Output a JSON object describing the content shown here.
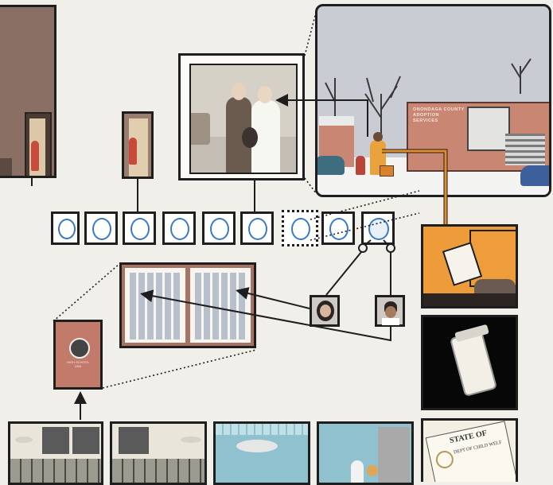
{
  "scene": {
    "building_sign": {
      "line1": "ONONDAGA COUNTY",
      "line2": "ADOPTION",
      "line3": "SERVICES"
    },
    "yearbook_cover": {
      "line1": "HIGH SCHOOL",
      "line2": "1964"
    },
    "certificate": {
      "line1": "STATE OF",
      "line2": "DEPT OF CHILD WELF"
    },
    "colors": {
      "background": "#f1efe9",
      "ink": "#1e1e1e",
      "sky": "#c9ccd3",
      "brick": "#c98773",
      "orange_panel": "#ee9b3a",
      "portrait_blue": "#3a78c9",
      "yearbook": "#c27a6b",
      "arrow_line": "#3a3a3a"
    },
    "portrait_row": {
      "count": 9,
      "highlighted_index": 6,
      "last_is_baby": true
    }
  }
}
